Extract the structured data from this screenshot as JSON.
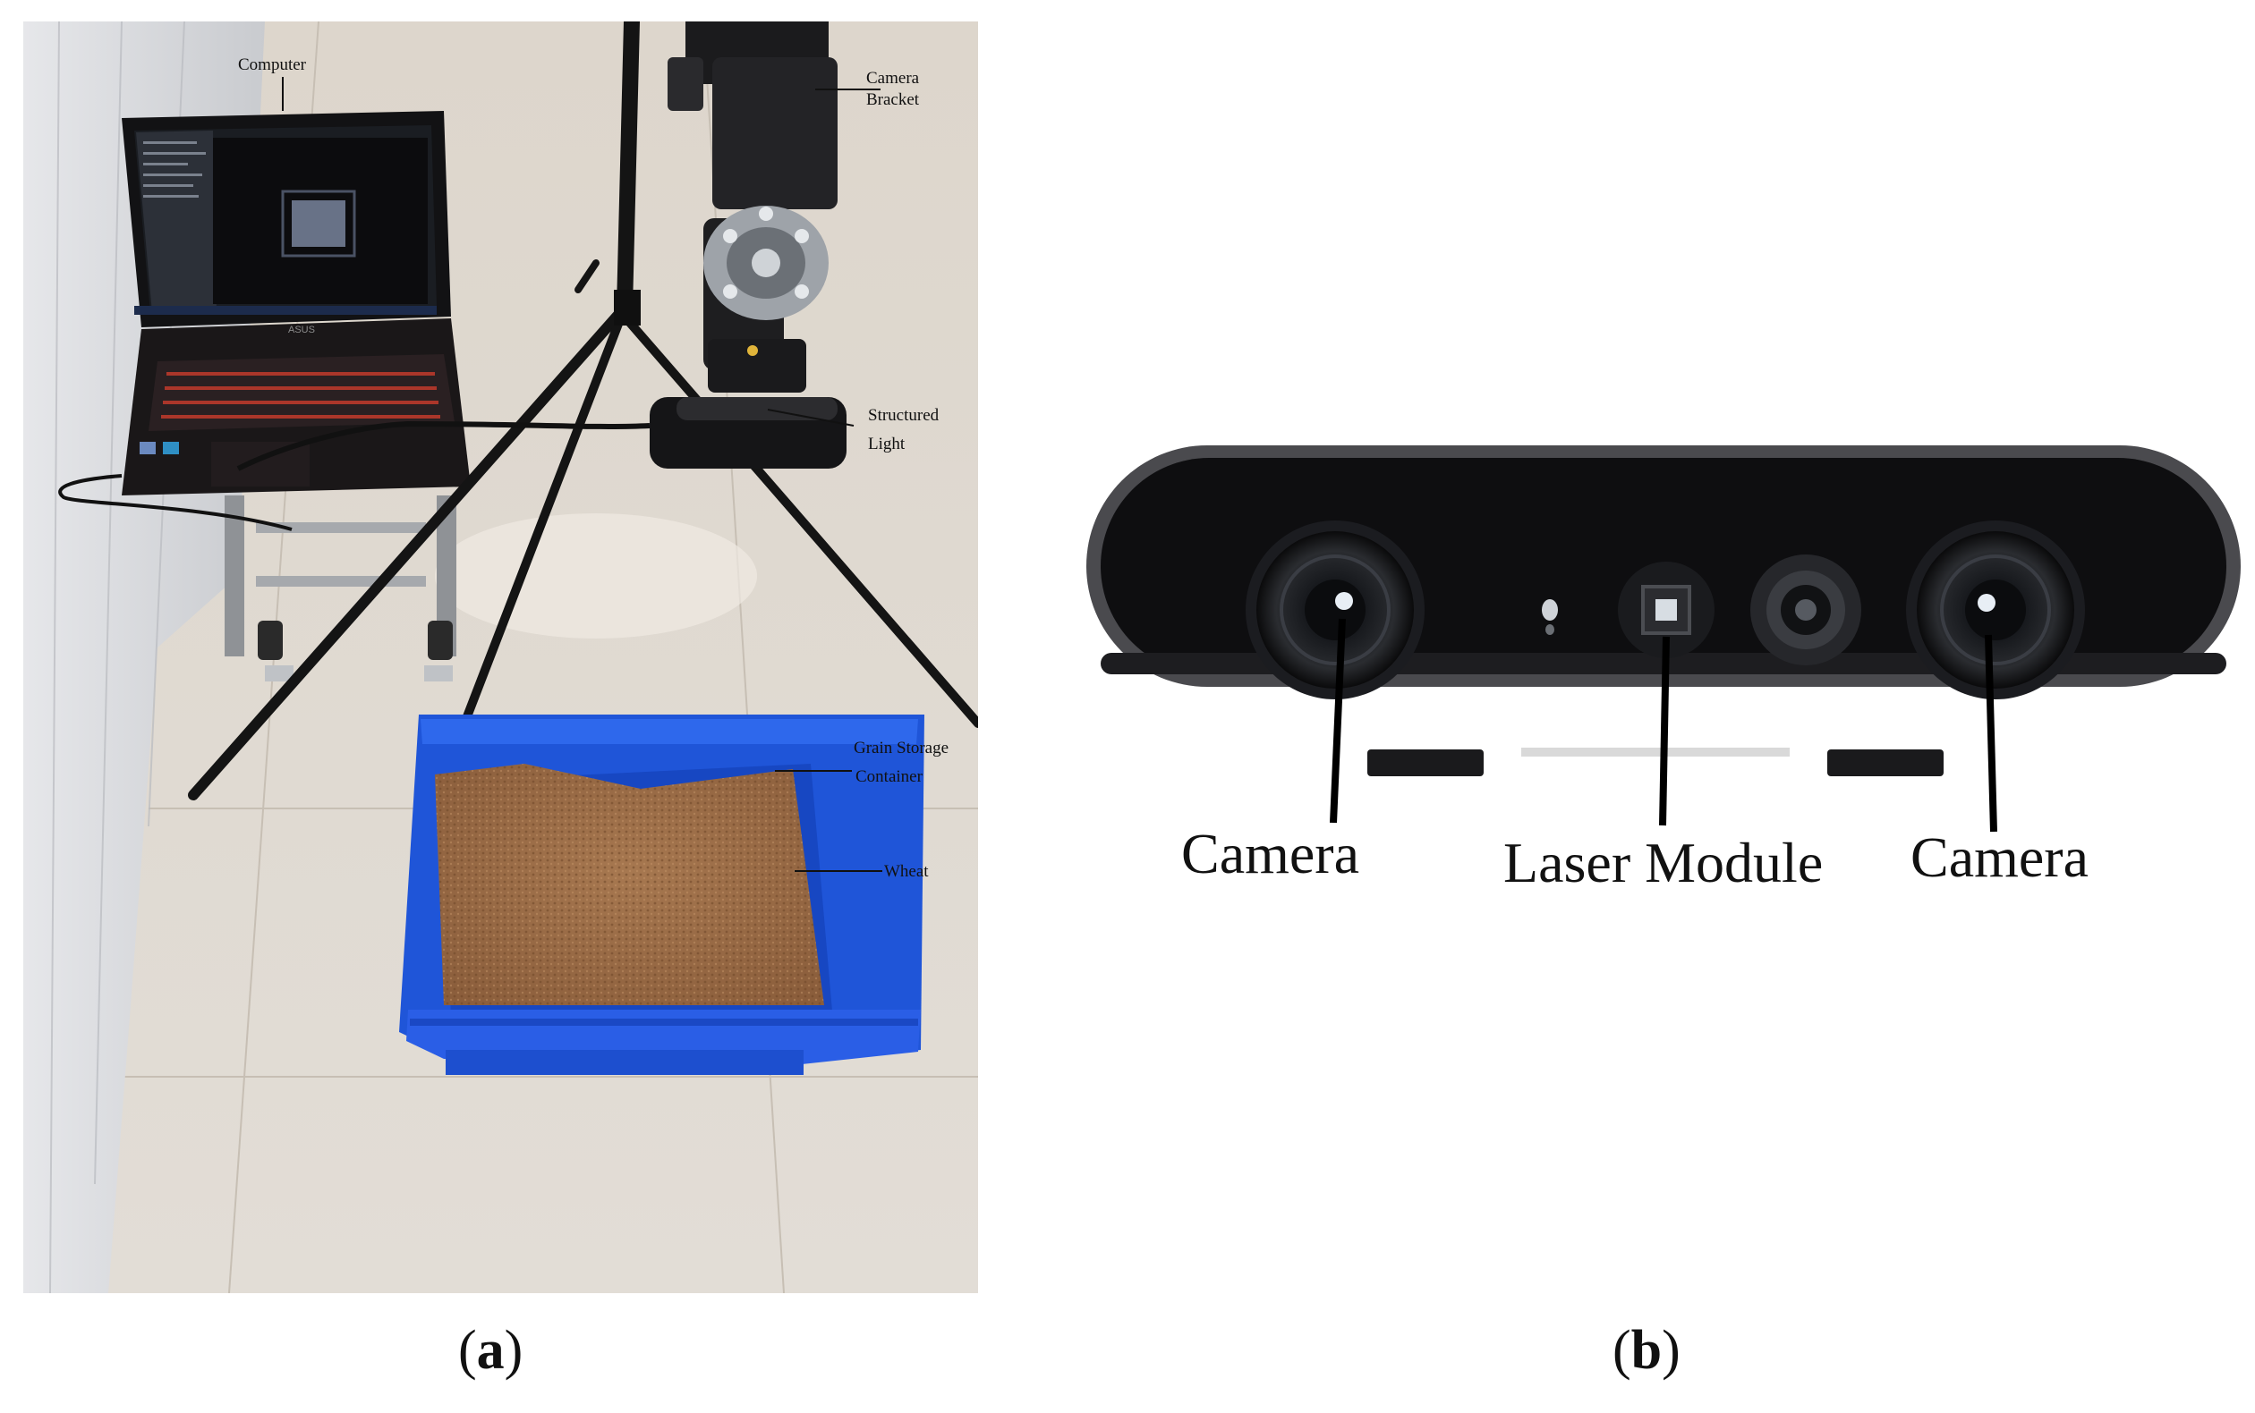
{
  "panel_a": {
    "labels": {
      "computer": "Computer",
      "camera_bracket_line1": "Camera",
      "camera_bracket_line2": "Bracket",
      "structured_light_line1": "Structured",
      "structured_light_line2": "Light",
      "grain_storage_line1": "Grain Storage",
      "grain_storage_line2": "Container",
      "wheat": "Wheat"
    },
    "laptop_brand": "ASUS"
  },
  "panel_b": {
    "labels": {
      "camera_left": "Camera",
      "laser_module": "Laser Module",
      "camera_right": "Camera"
    }
  },
  "captions": {
    "a_open": "(",
    "a_letter": "a",
    "a_close": ")",
    "b_open": "(",
    "b_letter": "b",
    "b_close": ")"
  },
  "colors": {
    "floor": "#d9d2c8",
    "bin_blue": "#1f55d8",
    "wheat": "#9a6a45",
    "camera_body": "#0e0e10",
    "camera_rim": "#4a4a4e"
  }
}
